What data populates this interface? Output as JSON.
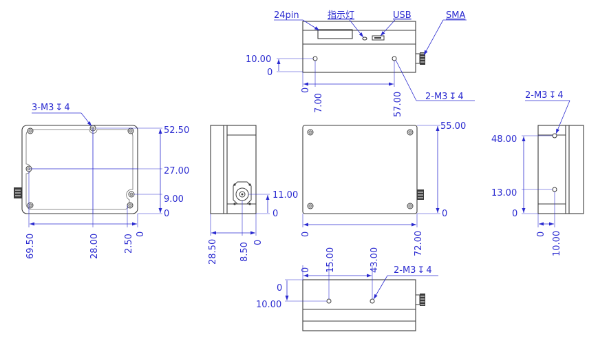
{
  "labels": {
    "pin_connector": "24pin",
    "indicator_light": "指示灯",
    "usb": "USB",
    "sma": "SMA",
    "hole_spec_3": "3-M3",
    "hole_spec_2a": "2-M3",
    "hole_spec_2b": "2-M3",
    "hole_spec_2c": "2-M3",
    "hole_depth": "4",
    "depth_symbol": "↧"
  },
  "top_view": {
    "dims_v": [
      "10.00",
      "0"
    ],
    "dims_h": [
      "0",
      "7.00",
      "57.00"
    ]
  },
  "left_view": {
    "dims_v": [
      "52.50",
      "27.00",
      "9.00",
      "0"
    ],
    "dims_h": [
      "69.50",
      "28.00",
      "2.50",
      "0"
    ]
  },
  "side_view": {
    "dims_v": [
      "11.00",
      "0"
    ],
    "dims_h": [
      "28.50",
      "8.50",
      "0"
    ]
  },
  "front_view": {
    "dims_v": [
      "55.00",
      "0"
    ],
    "dims_h": [
      "0",
      "72.00"
    ]
  },
  "right_view": {
    "dims_v": [
      "48.00",
      "13.00",
      "0"
    ],
    "dims_h": [
      "0",
      "10.00"
    ]
  },
  "bottom_view": {
    "dims_v": [
      "0",
      "10.00"
    ],
    "dims_h": [
      "0",
      "15.00",
      "43.00"
    ]
  }
}
